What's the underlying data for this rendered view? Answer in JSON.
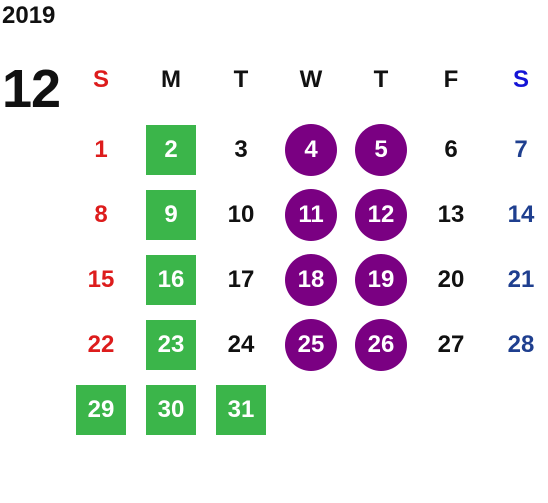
{
  "calendar": {
    "year": "2019",
    "month": "12",
    "weekdays": [
      {
        "label": "S",
        "color": "#dd1c1c"
      },
      {
        "label": "M",
        "color": "#111111"
      },
      {
        "label": "T",
        "color": "#111111"
      },
      {
        "label": "W",
        "color": "#111111"
      },
      {
        "label": "T",
        "color": "#111111"
      },
      {
        "label": "F",
        "color": "#111111"
      },
      {
        "label": "S",
        "color": "#1414d6"
      }
    ],
    "weeks": [
      [
        {
          "day": "1",
          "style": "plain",
          "color": "#dd1c1c"
        },
        {
          "day": "2",
          "style": "green-square"
        },
        {
          "day": "3",
          "style": "plain",
          "color": "#111111"
        },
        {
          "day": "4",
          "style": "purple-circle"
        },
        {
          "day": "5",
          "style": "purple-circle"
        },
        {
          "day": "6",
          "style": "plain",
          "color": "#111111"
        },
        {
          "day": "7",
          "style": "plain",
          "color": "#1f3f8f"
        }
      ],
      [
        {
          "day": "8",
          "style": "plain",
          "color": "#dd1c1c"
        },
        {
          "day": "9",
          "style": "green-square"
        },
        {
          "day": "10",
          "style": "plain",
          "color": "#111111"
        },
        {
          "day": "11",
          "style": "purple-circle"
        },
        {
          "day": "12",
          "style": "purple-circle"
        },
        {
          "day": "13",
          "style": "plain",
          "color": "#111111"
        },
        {
          "day": "14",
          "style": "plain",
          "color": "#1f3f8f"
        }
      ],
      [
        {
          "day": "15",
          "style": "plain",
          "color": "#dd1c1c"
        },
        {
          "day": "16",
          "style": "green-square"
        },
        {
          "day": "17",
          "style": "plain",
          "color": "#111111"
        },
        {
          "day": "18",
          "style": "purple-circle"
        },
        {
          "day": "19",
          "style": "purple-circle"
        },
        {
          "day": "20",
          "style": "plain",
          "color": "#111111"
        },
        {
          "day": "21",
          "style": "plain",
          "color": "#1f3f8f"
        }
      ],
      [
        {
          "day": "22",
          "style": "plain",
          "color": "#dd1c1c"
        },
        {
          "day": "23",
          "style": "green-square"
        },
        {
          "day": "24",
          "style": "plain",
          "color": "#111111"
        },
        {
          "day": "25",
          "style": "purple-circle"
        },
        {
          "day": "26",
          "style": "purple-circle"
        },
        {
          "day": "27",
          "style": "plain",
          "color": "#111111"
        },
        {
          "day": "28",
          "style": "plain",
          "color": "#1f3f8f"
        }
      ],
      [
        {
          "day": "29",
          "style": "green-square"
        },
        {
          "day": "30",
          "style": "green-square"
        },
        {
          "day": "31",
          "style": "green-square"
        }
      ]
    ],
    "colors": {
      "green": "#3bb54a",
      "purple": "#7a0082"
    }
  }
}
